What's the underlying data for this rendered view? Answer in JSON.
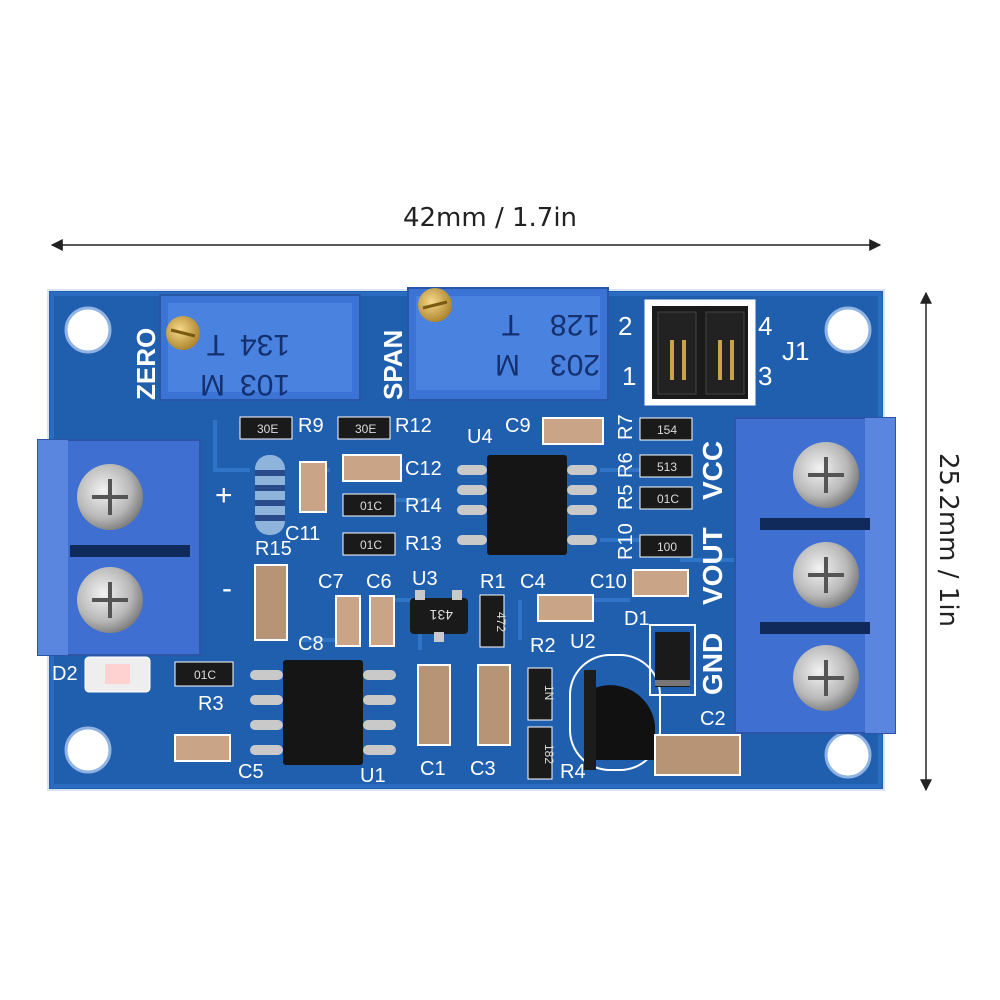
{
  "dimensions": {
    "width": "42mm / 1.7in",
    "height": "25.2mm / 1in"
  },
  "pots": {
    "zero_code": [
      "103",
      "M",
      "134",
      "T"
    ],
    "span_code": [
      "203",
      "M",
      "128",
      "T"
    ]
  },
  "labels": {
    "zero": "ZERO",
    "span": "SPAN",
    "j1": "J1",
    "pin1": "1",
    "pin2": "2",
    "pin3": "3",
    "pin4": "4",
    "vcc": "VCC",
    "vout": "VOUT",
    "gnd": "GND",
    "plus": "+",
    "minus": "-",
    "R9": "R9",
    "R12": "R12",
    "C9": "C9",
    "R7": "R7",
    "R6": "R6",
    "R5": "R5",
    "U4": "U4",
    "C12": "C12",
    "R14": "R14",
    "R13": "R13",
    "C11": "C11",
    "R15": "R15",
    "C7": "C7",
    "C6": "C6",
    "U3": "U3",
    "R1": "R1",
    "C4": "C4",
    "C10": "C10",
    "R10": "R10",
    "C8": "C8",
    "D1": "D1",
    "R2": "R2",
    "U2": "U2",
    "D2": "D2",
    "R3": "R3",
    "C1": "C1",
    "C3": "C3",
    "R4": "R4",
    "C5": "C5",
    "U1": "U1",
    "C2": "C2"
  },
  "smd_codes": {
    "r9": "30E",
    "r12": "30E",
    "r7": "154",
    "r6": "513",
    "r5": "01C",
    "r14": "01C",
    "r13": "01C",
    "r10": "100",
    "r1": "472",
    "r2": "1N",
    "r4": "182",
    "r3": "01C",
    "u3": "431"
  },
  "colors": {
    "pcb": "#1f5fae",
    "terminal": "#3f6fd0",
    "pot": "#3c74d6",
    "silk": "#ffffff"
  }
}
